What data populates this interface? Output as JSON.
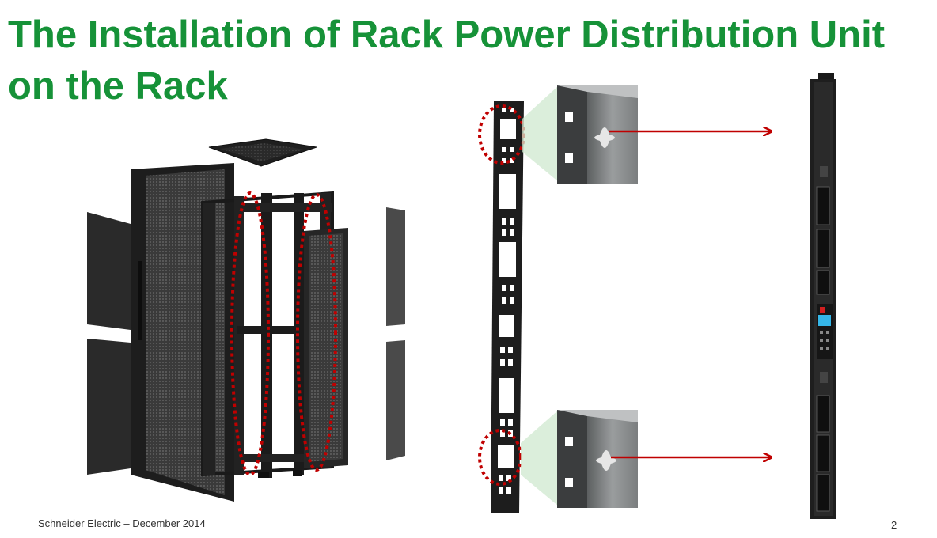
{
  "slide": {
    "title": "The Installation of Rack Power Distribution Unit on the Rack",
    "footer": "Schneider Electric  – December 2014",
    "page_number": "2"
  },
  "colors": {
    "title": "#169238",
    "highlight": "#c00000",
    "rack": "#1c1c1c",
    "bracket": "#8a8d8e"
  }
}
